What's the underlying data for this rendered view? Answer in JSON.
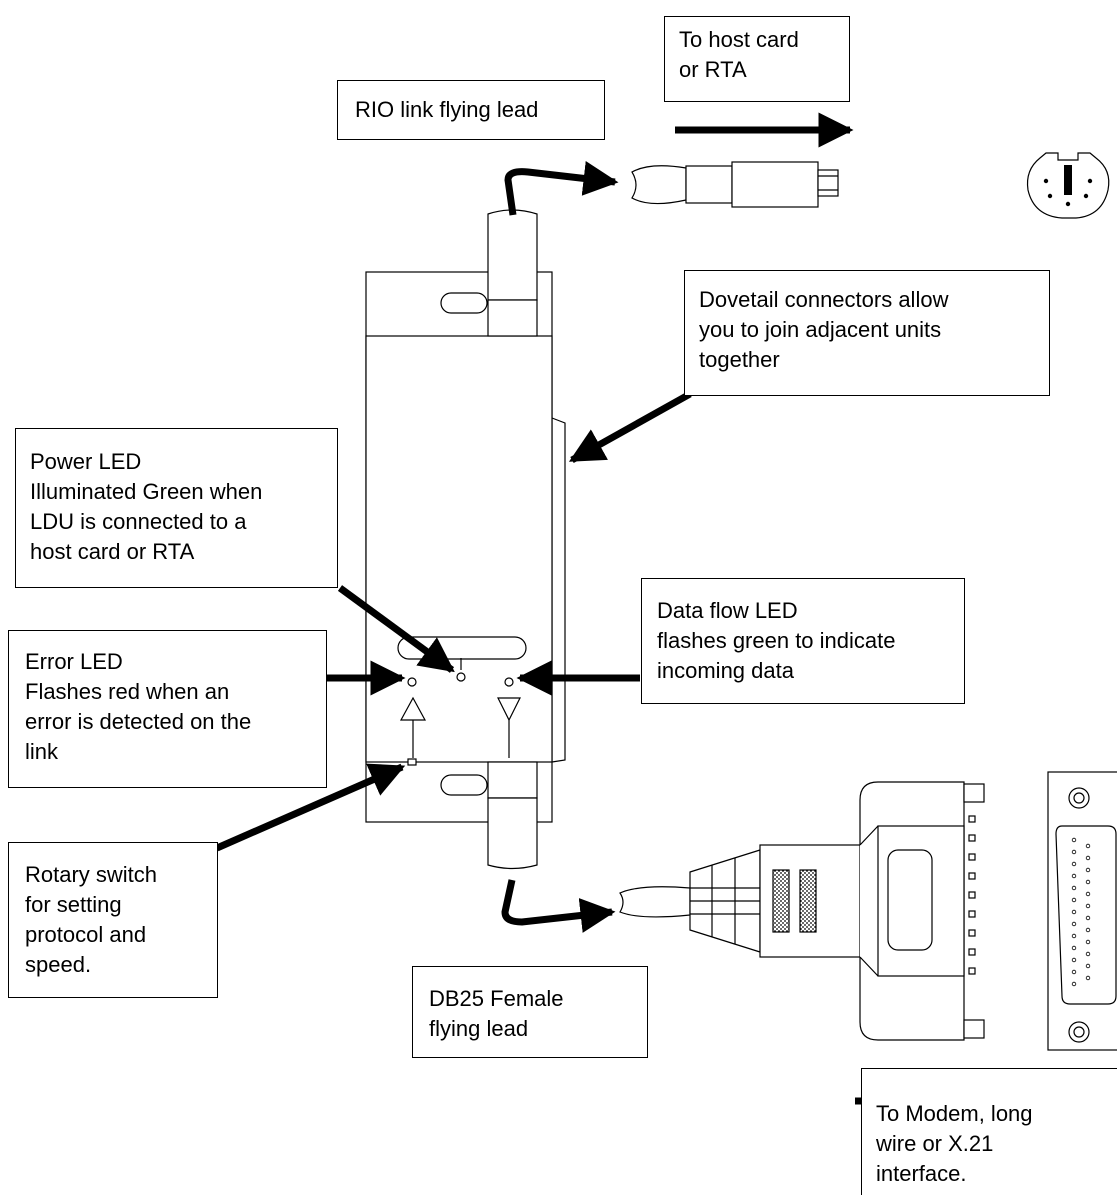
{
  "labels": {
    "host_card": {
      "lines": [
        "To host card",
        "or RTA"
      ]
    },
    "rio_lead": {
      "lines": [
        "RIO link flying lead"
      ]
    },
    "dovetail": {
      "lines": [
        "Dovetail connectors allow",
        "you to join adjacent units",
        "together"
      ]
    },
    "power_led": {
      "lines": [
        "Power LED",
        "Illuminated Green when",
        "LDU is connected to a",
        "host card or RTA"
      ]
    },
    "data_flow": {
      "lines": [
        "Data flow LED",
        "flashes green to indicate",
        "incoming data"
      ]
    },
    "error_led": {
      "lines": [
        "Error LED",
        "Flashes red when an",
        "error is detected on the",
        "link"
      ]
    },
    "rotary": {
      "lines": [
        "Rotary switch",
        "for setting",
        "protocol and",
        "speed."
      ]
    },
    "db25": {
      "lines": [
        "DB25 Female",
        "flying lead"
      ]
    },
    "modem": {
      "lines": [
        "To Modem, long",
        "wire or X.21",
        "interface."
      ]
    }
  },
  "icons": [
    "mini-din-connector-icon",
    "db25-female-connector-icon",
    "rio-plug-icon",
    "db25-plug-icon"
  ],
  "colors": {
    "line": "#000000",
    "background": "#ffffff"
  }
}
